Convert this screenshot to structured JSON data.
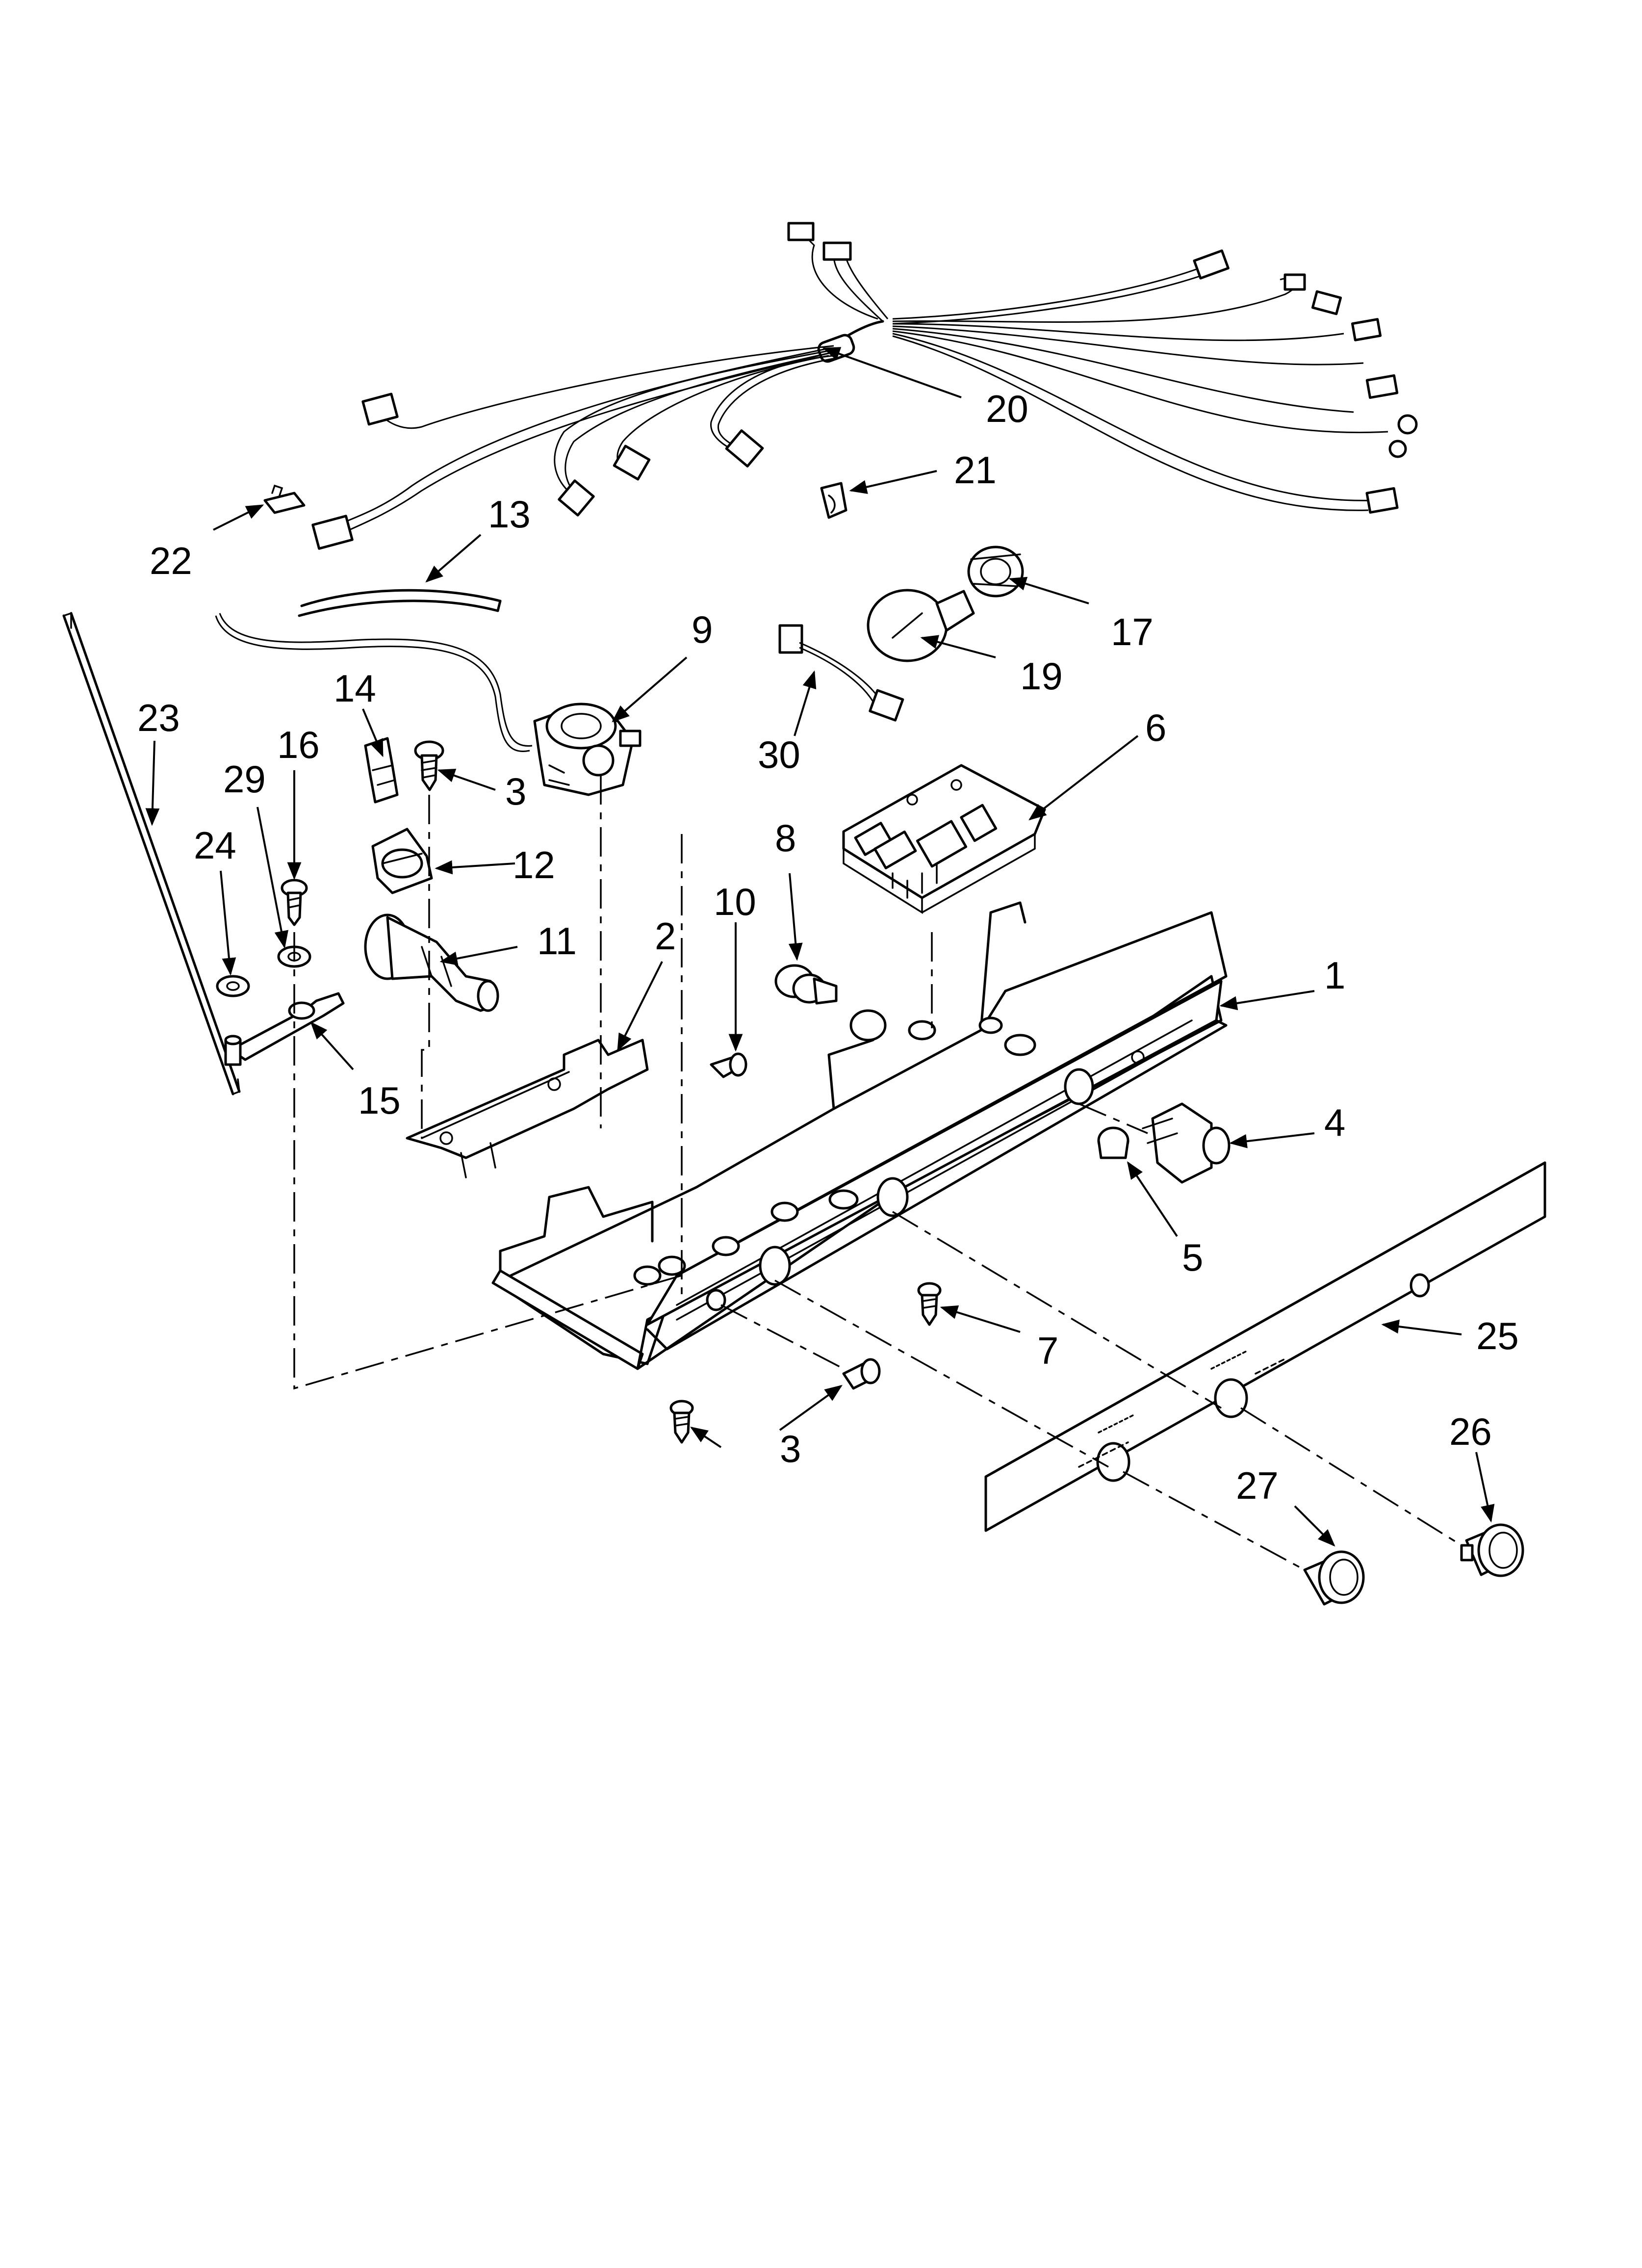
{
  "callouts": [
    {
      "id": "c1",
      "label": "1"
    },
    {
      "id": "c2",
      "label": "2"
    },
    {
      "id": "c3a",
      "label": "3"
    },
    {
      "id": "c3b",
      "label": "3"
    },
    {
      "id": "c4",
      "label": "4"
    },
    {
      "id": "c5",
      "label": "5"
    },
    {
      "id": "c6",
      "label": "6"
    },
    {
      "id": "c7",
      "label": "7"
    },
    {
      "id": "c8",
      "label": "8"
    },
    {
      "id": "c9",
      "label": "9"
    },
    {
      "id": "c10",
      "label": "10"
    },
    {
      "id": "c11",
      "label": "11"
    },
    {
      "id": "c12",
      "label": "12"
    },
    {
      "id": "c13",
      "label": "13"
    },
    {
      "id": "c14",
      "label": "14"
    },
    {
      "id": "c15",
      "label": "15"
    },
    {
      "id": "c16",
      "label": "16"
    },
    {
      "id": "c17",
      "label": "17"
    },
    {
      "id": "c19",
      "label": "19"
    },
    {
      "id": "c20",
      "label": "20"
    },
    {
      "id": "c21",
      "label": "21"
    },
    {
      "id": "c22",
      "label": "22"
    },
    {
      "id": "c23",
      "label": "23"
    },
    {
      "id": "c24",
      "label": "24"
    },
    {
      "id": "c25",
      "label": "25"
    },
    {
      "id": "c26",
      "label": "26"
    },
    {
      "id": "c27",
      "label": "27"
    },
    {
      "id": "c29",
      "label": "29"
    },
    {
      "id": "c30",
      "label": "30"
    }
  ]
}
